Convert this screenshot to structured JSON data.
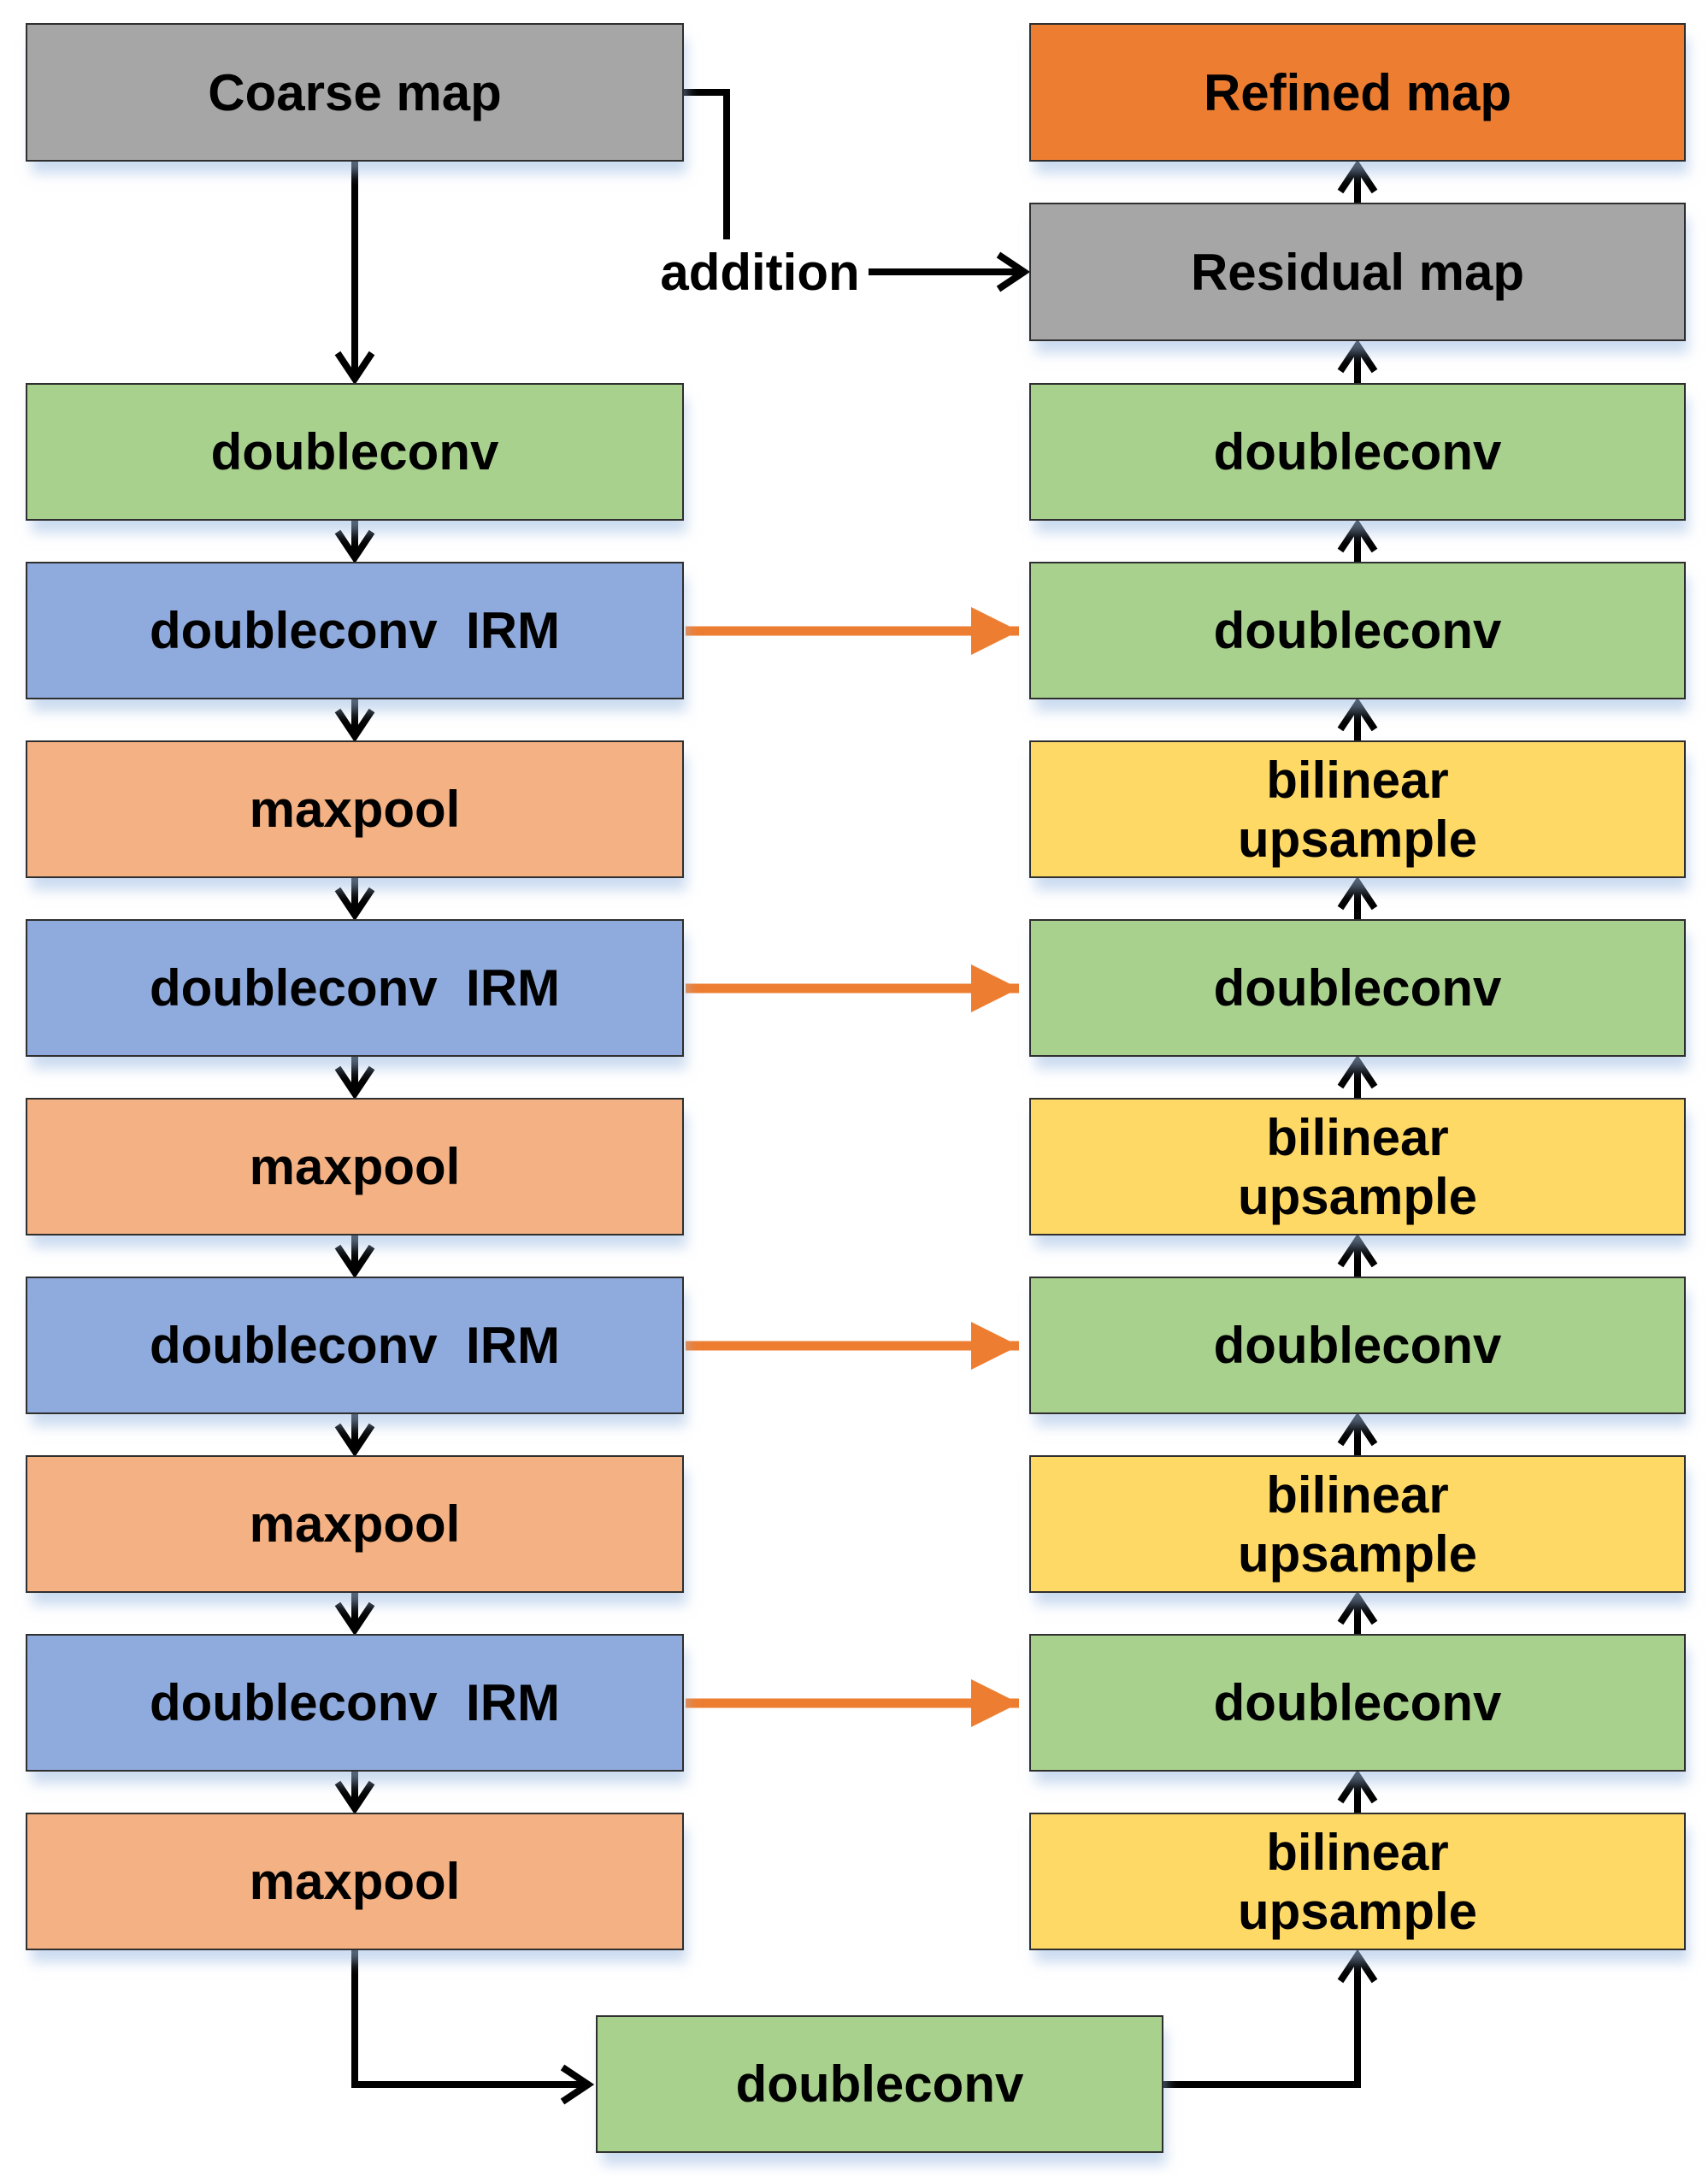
{
  "diagram": {
    "coarse_map": {
      "label": "Coarse map",
      "color": "#A6A6A6"
    },
    "refined_map": {
      "label": "Refined map",
      "color": "#ED7D31"
    },
    "residual_map": {
      "label": "Residual map",
      "color": "#A6A6A6"
    },
    "addition": {
      "label": "addition"
    },
    "encoder": [
      {
        "label": "doubleconv",
        "color": "#A9D18E"
      },
      {
        "label": "doubleconv  IRM",
        "color": "#8FAADC"
      },
      {
        "label": "maxpool",
        "color": "#F4B183"
      },
      {
        "label": "doubleconv  IRM",
        "color": "#8FAADC"
      },
      {
        "label": "maxpool",
        "color": "#F4B183"
      },
      {
        "label": "doubleconv  IRM",
        "color": "#8FAADC"
      },
      {
        "label": "maxpool",
        "color": "#F4B183"
      },
      {
        "label": "doubleconv  IRM",
        "color": "#8FAADC"
      },
      {
        "label": "maxpool",
        "color": "#F4B183"
      }
    ],
    "decoder": [
      {
        "label": "doubleconv",
        "color": "#A9D18E"
      },
      {
        "label": "doubleconv",
        "color": "#A9D18E"
      },
      {
        "label": "bilinear\nupsample",
        "color": "#FFD966"
      },
      {
        "label": "doubleconv",
        "color": "#A9D18E"
      },
      {
        "label": "bilinear\nupsample",
        "color": "#FFD966"
      },
      {
        "label": "doubleconv",
        "color": "#A9D18E"
      },
      {
        "label": "bilinear\nupsample",
        "color": "#FFD966"
      },
      {
        "label": "doubleconv",
        "color": "#A9D18E"
      },
      {
        "label": "bilinear\nupsample",
        "color": "#FFD966"
      }
    ],
    "bottleneck": {
      "label": "doubleconv",
      "color": "#A9D18E"
    },
    "connectors": {
      "flow_color": "#000000",
      "skip_color": "#ED7D31"
    }
  }
}
